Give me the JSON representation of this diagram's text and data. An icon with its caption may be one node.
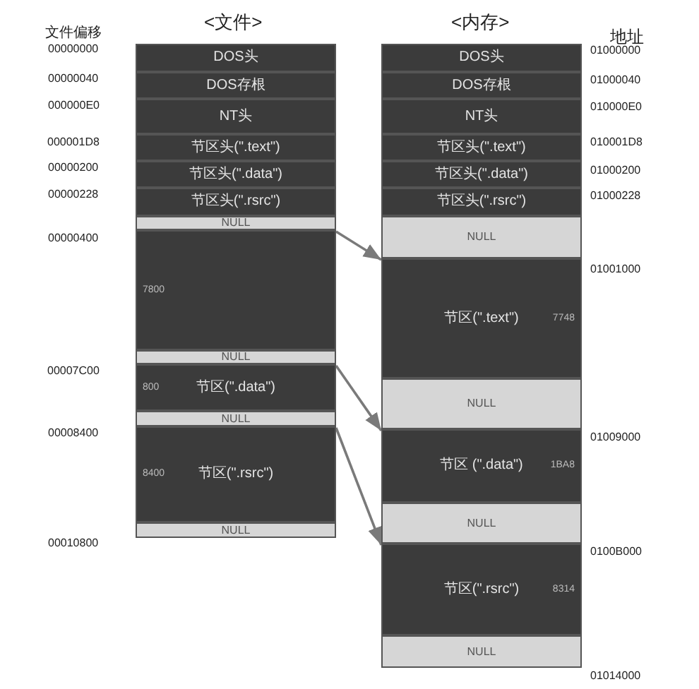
{
  "diagram": {
    "nodes": [
      {
        "text": [
          "DOS头"
        ]
      },
      {
        "text": [
          "DOS存根"
        ]
      },
      {
        "text": [
          "NT头"
        ]
      },
      {
        "text": [
          "节区头(\".text\")"
        ]
      },
      {
        "text": [
          "节区头(\".data\")"
        ]
      },
      {
        "text": [
          "节区头(\".rsrc\")"
        ]
      },
      {
        "text": [
          "NULL"
        ]
      },
      {
        "text": [
          "7800"
        ]
      },
      {
        "text": [
          "NULL"
        ]
      },
      {
        "text": [
          "800",
          "节区(\".data\")"
        ]
      },
      {
        "text": [
          "NULL"
        ]
      },
      {
        "text": [
          "8400",
          "节区(\".rsrc\")"
        ]
      },
      {
        "text": [
          "NULL"
        ]
      },
      {
        "text": [
          "DOS头"
        ]
      },
      {
        "text": [
          "DOS存根"
        ]
      },
      {
        "text": [
          "NT头"
        ]
      },
      {
        "text": [
          "节区头(\".text\")"
        ]
      },
      {
        "text": [
          "节区头(\".data\")"
        ]
      },
      {
        "text": [
          "节区头(\".rsrc\")"
        ]
      },
      {
        "text": [
          "NULL"
        ]
      },
      {
        "text": [
          "节区(\".text\")",
          "7748"
        ]
      },
      {
        "text": [
          "NULL"
        ]
      },
      {
        "text": [
          "节区 (\".data\")",
          "1BA8"
        ]
      },
      {
        "text": [
          "NULL"
        ]
      },
      {
        "text": [
          "节区(\".rsrc\")",
          "8314"
        ]
      },
      {
        "text": [
          "NULL"
        ]
      }
    ],
    "edges": [
      {
        "from": 7,
        "to": 20,
        "arrow": "to"
      },
      {
        "from": 9,
        "to": 22,
        "arrow": "to"
      },
      {
        "from": 11,
        "to": 24,
        "arrow": "to"
      }
    ],
    "labels": [
      "<文件>",
      "<内存>",
      "文件偏移",
      "地址",
      "00000000",
      "00000040",
      "000000E0",
      "000001D8",
      "00000200",
      "00000228",
      "00000400",
      "00007C00",
      "00008400",
      "00010800",
      "01000000",
      "01000040",
      "010000E0",
      "010001D8",
      "01000200",
      "01000228",
      "01001000",
      "01009000",
      "0100B000",
      "01014000"
    ]
  }
}
